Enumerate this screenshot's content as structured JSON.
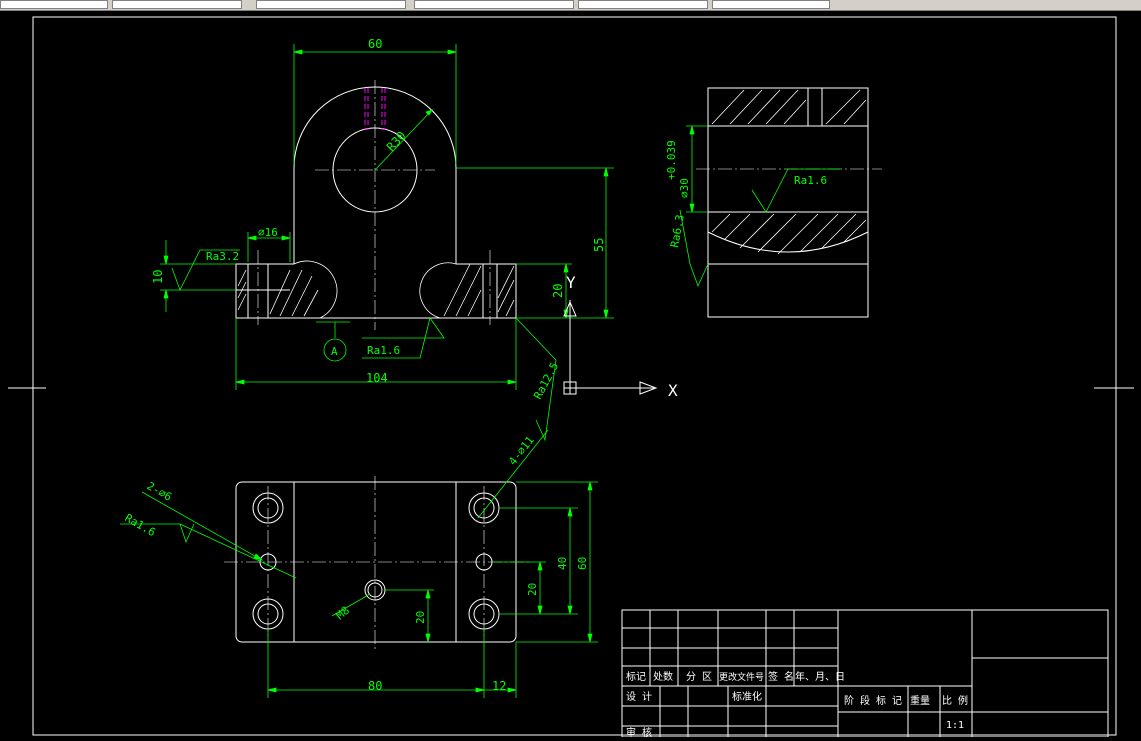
{
  "colors": {
    "background": "#000000",
    "outline": "#ffffff",
    "dimension": "#00ff00",
    "hidden_line": "#ff00ff",
    "toolbar": "#d4d0c8"
  },
  "front_view": {
    "dim_width_top": "60",
    "dim_radius": "R30",
    "dim_hole": "⌀16",
    "dim_height_total": "55",
    "dim_base_height": "20",
    "dim_step": "10",
    "dim_base_width": "104",
    "roughness_left": "Ra3.2",
    "roughness_bottom": "Ra1.6",
    "roughness_oblique": "Ra12.5",
    "datum": "A"
  },
  "side_view": {
    "dim_bore": "⌀30",
    "dim_tol": "+0.039",
    "roughness_bore": "Ra1.6",
    "roughness_side": "Ra6.3"
  },
  "top_view": {
    "dim_holes_small": "2-⌀6",
    "dim_holes_large": "4-⌀11",
    "roughness": "Ra1.6",
    "dim_center_hole": "M8",
    "dim_20_left": "20",
    "dim_20_right": "20",
    "dim_40": "40",
    "dim_60": "60",
    "dim_80": "80",
    "dim_12": "12"
  },
  "ucs": {
    "x": "X",
    "y": "Y"
  },
  "title_block": {
    "mark": "标记",
    "count": "处数",
    "zone": "分 区",
    "change_doc": "更改文件号",
    "signature": "签 名",
    "date": "年、月、日",
    "design": "设 计",
    "standardize": "标准化",
    "stage_mark": "阶 段 标 记",
    "weight": "重量",
    "scale_label": "比 例",
    "scale": "1:1",
    "review": "审 核"
  }
}
